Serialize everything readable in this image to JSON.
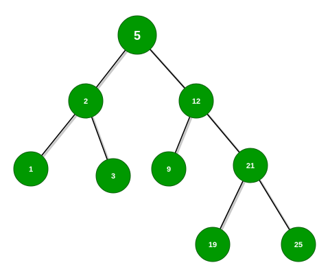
{
  "colors": {
    "node_fill": "#009900",
    "edge": "#000000",
    "label": "#ffffff"
  },
  "tree": {
    "root": {
      "label": "5",
      "children": [
        {
          "label": "2",
          "children": [
            {
              "label": "1",
              "children": []
            },
            {
              "label": "3",
              "children": []
            }
          ]
        },
        {
          "label": "12",
          "children": [
            {
              "label": "9",
              "children": []
            },
            {
              "label": "21",
              "children": [
                {
                  "label": "19",
                  "children": []
                },
                {
                  "label": "25",
                  "children": []
                }
              ]
            }
          ]
        }
      ]
    }
  }
}
